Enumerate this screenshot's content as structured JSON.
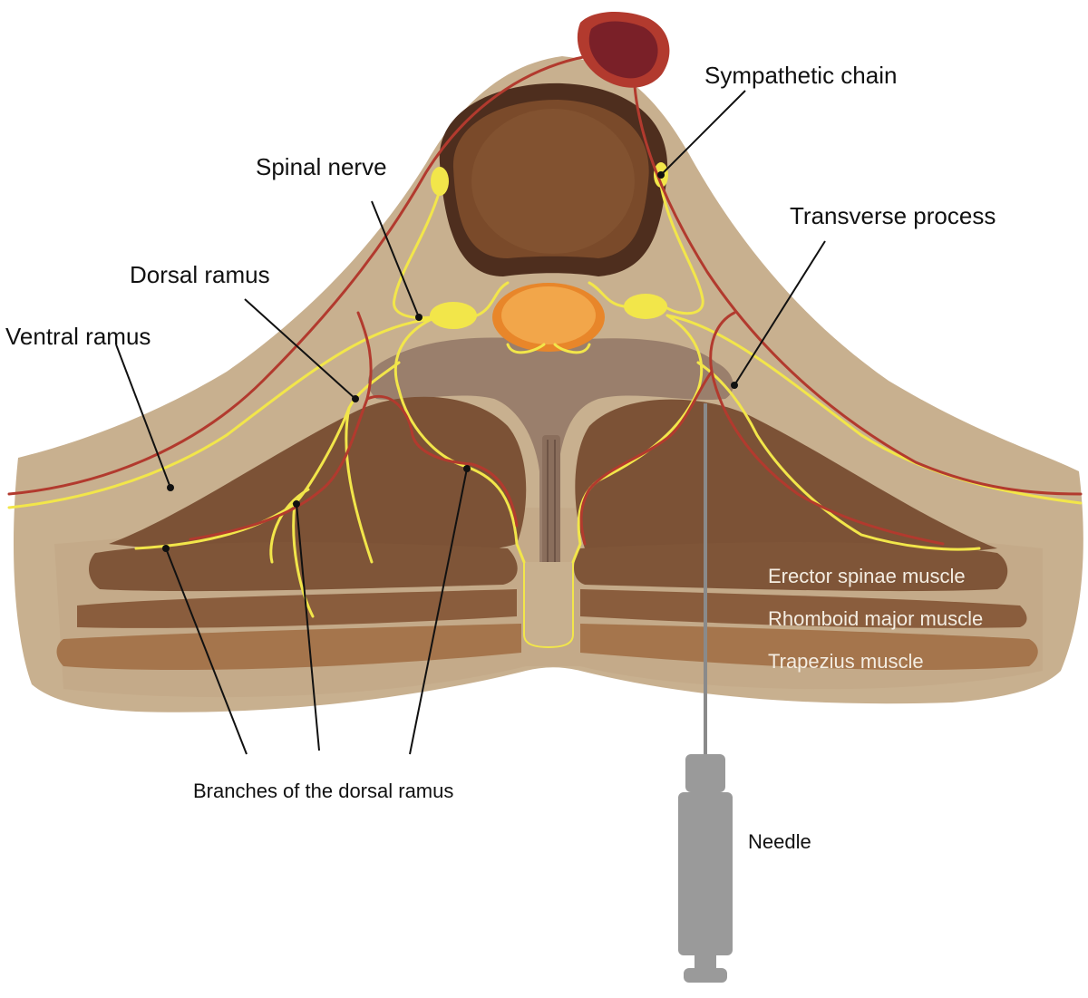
{
  "labels": {
    "sympathetic_chain": "Sympathetic chain",
    "spinal_nerve": "Spinal nerve",
    "transverse_process": "Transverse process",
    "dorsal_ramus": "Dorsal ramus",
    "ventral_ramus": "Ventral ramus",
    "erector_spinae": "Erector spinae muscle",
    "rhomboid_major": "Rhomboid major muscle",
    "trapezius": "Trapezius muscle",
    "branches_dorsal_ramus": "Branches of the dorsal ramus",
    "needle": "Needle"
  },
  "colors": {
    "skin": "#c8b08f",
    "vertebral_body": "#7a4a2a",
    "vertebral_body_rim": "#4e2e1e",
    "lamina": "#9a7f6c",
    "cord": "#f2a64a",
    "nerve": "#f2e64a",
    "vessel": "#b23a2e",
    "aorta": "#7a2028",
    "muscle_dark": "#7c5236",
    "muscle_mid": "#8a5d3d",
    "muscle_light": "#a5754c",
    "needle": "#9a9a9a"
  }
}
